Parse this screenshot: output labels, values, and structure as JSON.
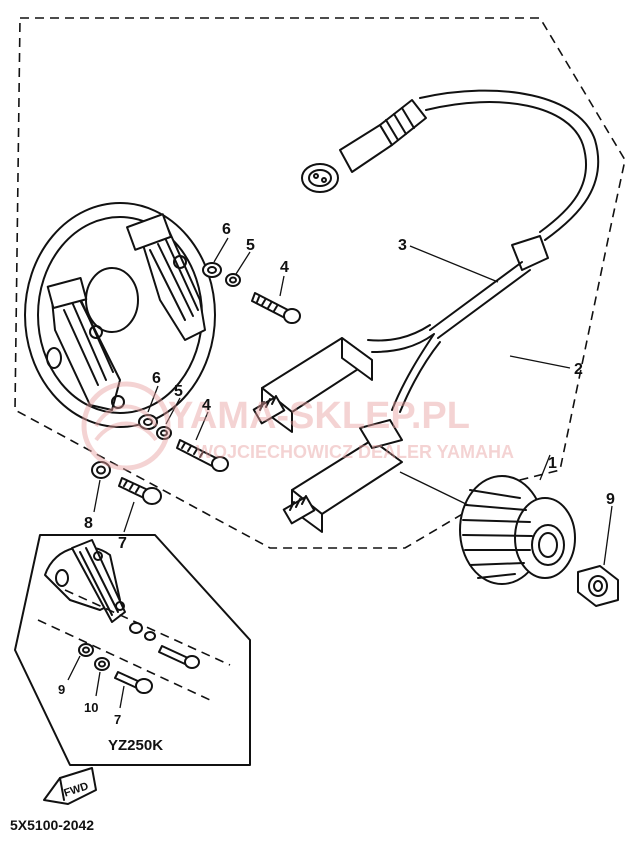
{
  "callouts": {
    "rotor": "1",
    "stator_cover": "2",
    "wire_harness": "3",
    "screw_upper": "4",
    "washer_upper": "5",
    "lockwasher_upper": "6",
    "screw_lower": "4",
    "washer_lower": "5",
    "lockwasher_lower": "6",
    "bolt_lower": "7",
    "washer_8": "8",
    "nut": "9",
    "inset_washer_9": "9",
    "inset_washer_10": "10",
    "inset_bolt_7": "7"
  },
  "inset": {
    "model_label": "YZ250K"
  },
  "fwd_label": "FWD",
  "diagram_code": "5X5100-2042",
  "watermark": {
    "site": "YAMA-SKLEP.PL",
    "tagline": "WOJCIECHOWICZ DEALER YAMAHA"
  },
  "colors": {
    "ink": "#111111",
    "watermark": "#e8a0a0"
  }
}
